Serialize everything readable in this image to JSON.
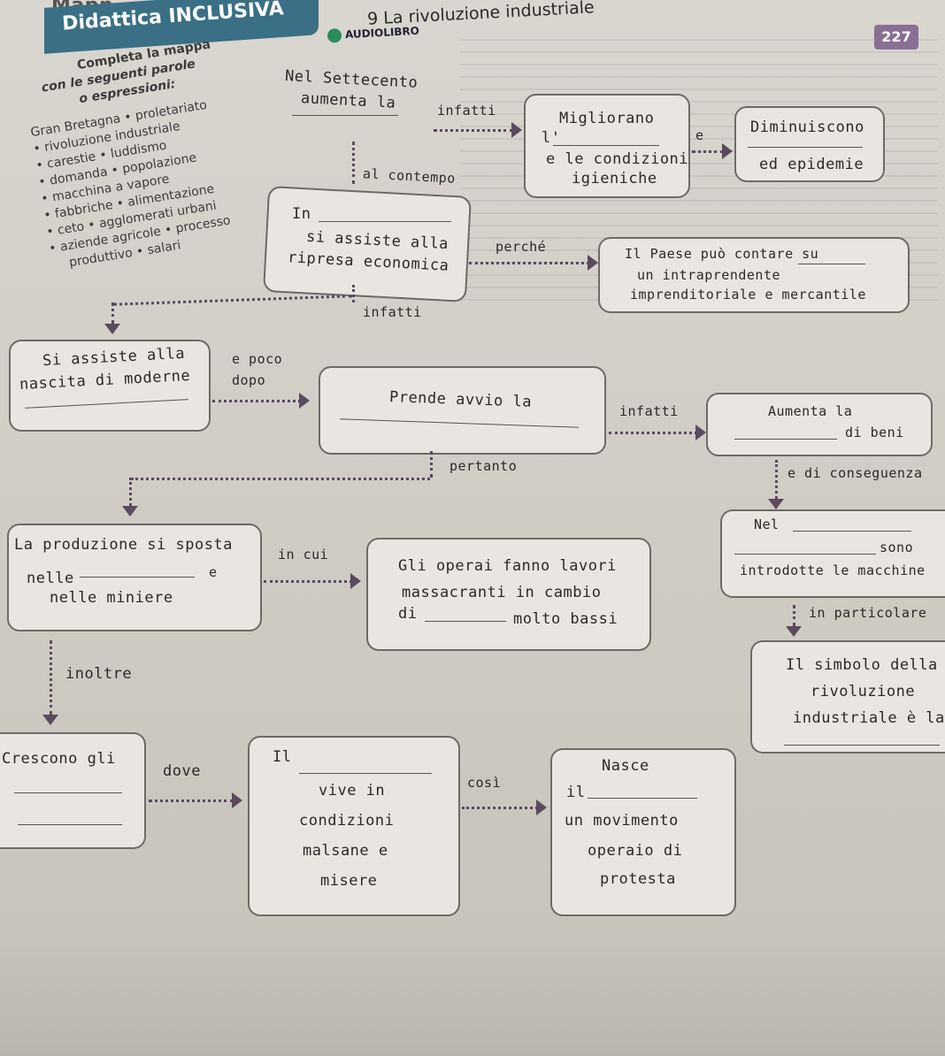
{
  "header": {
    "map_label": "Mapp",
    "title": "Didattica INCLUSIVA",
    "chapter": "9 La rivoluzione industriale",
    "audio_label": "AUDIOLIBRO",
    "page_number": "227"
  },
  "instructions": {
    "line1": "Completa la mappa",
    "line2": "con le seguenti parole",
    "line3": "o espressioni:"
  },
  "words": [
    "Gran Bretagna • proletariato",
    "• rivoluzione industriale",
    "• carestie • luddismo",
    "• domanda • popolazione",
    "• macchina a vapore",
    "• fabbriche • alimentazione",
    "• ceto • agglomerati urbani",
    "• aziende agricole • processo",
    "produttivo • salari"
  ],
  "nodes": {
    "n1": {
      "l1": "Nel Settecento",
      "l2": "aumenta la"
    },
    "c1": "infatti",
    "n2": {
      "l1": "Migliorano",
      "l2": "l'",
      "l3": "e le condizioni",
      "l4": "igieniche"
    },
    "c2": "e",
    "n3": {
      "l1": "Diminuiscono",
      "l2": "ed epidemie"
    },
    "c3": "al contempo",
    "n4": {
      "l1": "In",
      "l2": "si assiste alla",
      "l3": "ripresa economica"
    },
    "c4": "perché",
    "n5": {
      "l1": "Il Paese può contare su",
      "l2": "un intraprendente",
      "l3": "imprenditoriale e mercantile"
    },
    "c5": "infatti",
    "n6": {
      "l1": "Si assiste alla",
      "l2": "nascita di moderne"
    },
    "c6": "e poco dopo",
    "n7": {
      "l1": "Prende avvio la"
    },
    "c7": "infatti",
    "n8": {
      "l1": "Aumenta la",
      "l2": "di beni"
    },
    "c8": "pertanto",
    "c9": "e di conseguenza",
    "n9": {
      "l1": "La produzione si sposta",
      "l2": "nelle",
      "l3": "e",
      "l4": "nelle miniere"
    },
    "c10": "in cui",
    "n10": {
      "l1": "Gli operai fanno lavori",
      "l2": "massacranti in cambio",
      "l3": "di",
      "l4": "molto bassi"
    },
    "n11": {
      "l1": "Nel",
      "l2": "sono",
      "l3": "introdotte le macchine"
    },
    "c11": "in particolare",
    "c12": "inoltre",
    "n12": {
      "l1": "Il simbolo della",
      "l2": "rivoluzione",
      "l3": "industriale è la"
    },
    "n13": {
      "l1": "Crescono gli"
    },
    "c13": "dove",
    "n14": {
      "l1": "Il",
      "l2": "vive in",
      "l3": "condizioni",
      "l4": "malsane e",
      "l5": "misere"
    },
    "c14": "così",
    "n15": {
      "l1": "Nasce",
      "l2": "il",
      "l3": "un movimento",
      "l4": "operaio di",
      "l5": "protesta"
    }
  }
}
